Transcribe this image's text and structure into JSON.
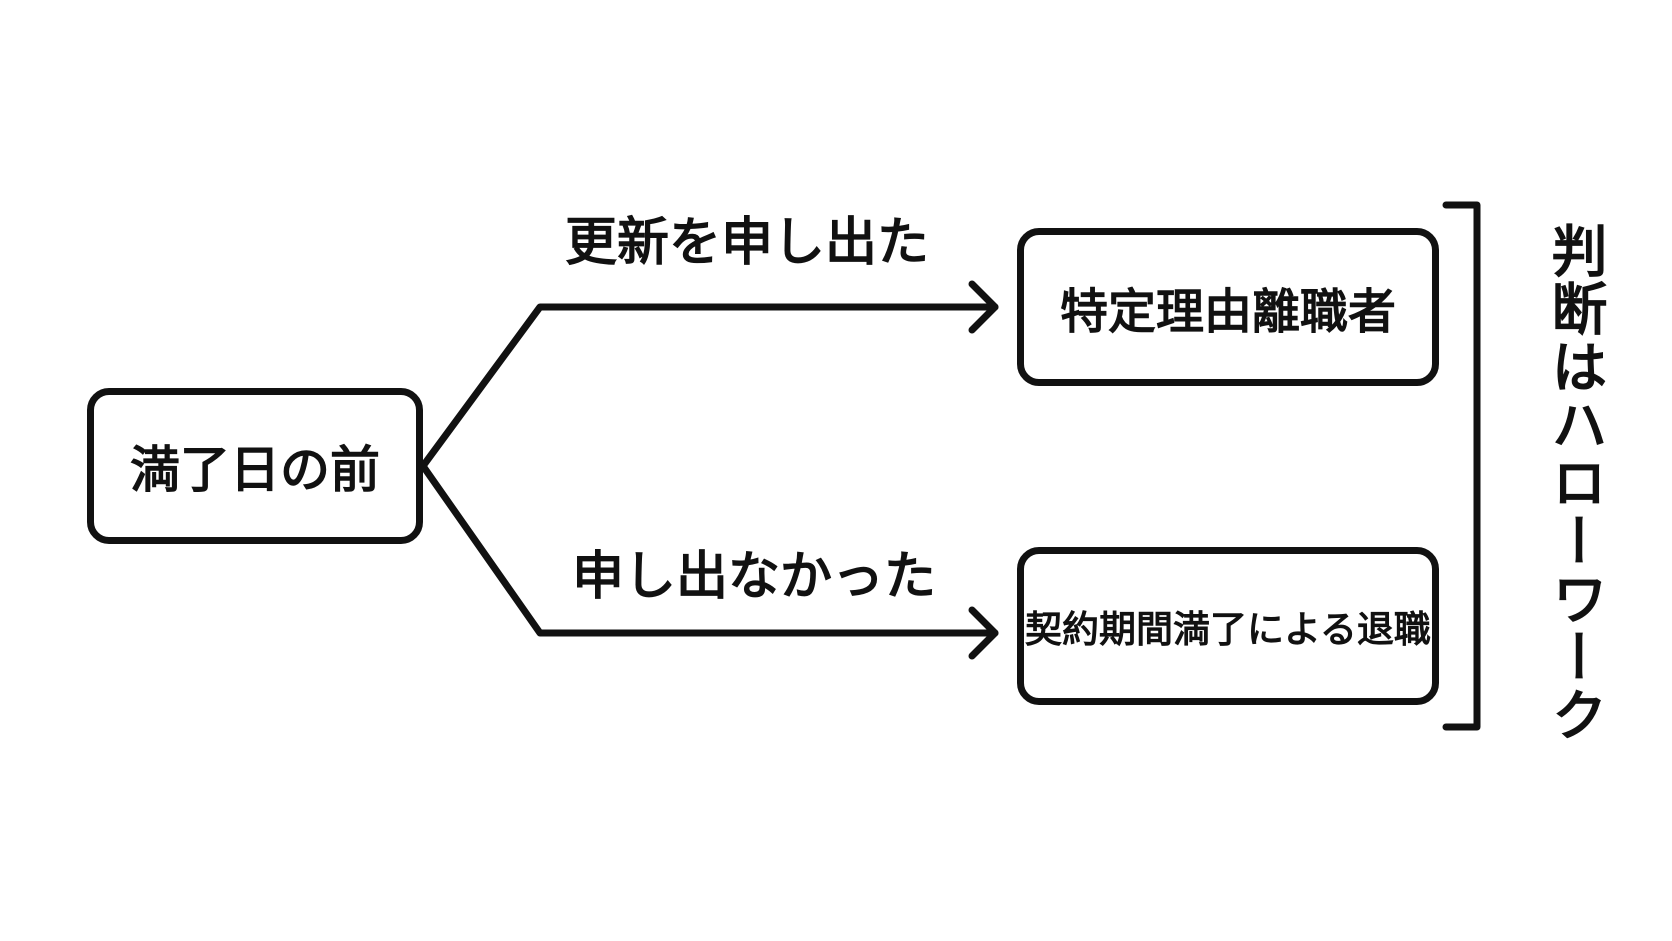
{
  "diagram": {
    "start_node": "満了日の前",
    "branches": [
      {
        "label": "更新を申し出た",
        "result": "特定理由離職者"
      },
      {
        "label": "申し出なかった",
        "result": "契約期間満了による退職"
      }
    ],
    "side_note": "判断はハローワーク"
  },
  "colors": {
    "stroke": "#111111",
    "background": "#ffffff"
  }
}
